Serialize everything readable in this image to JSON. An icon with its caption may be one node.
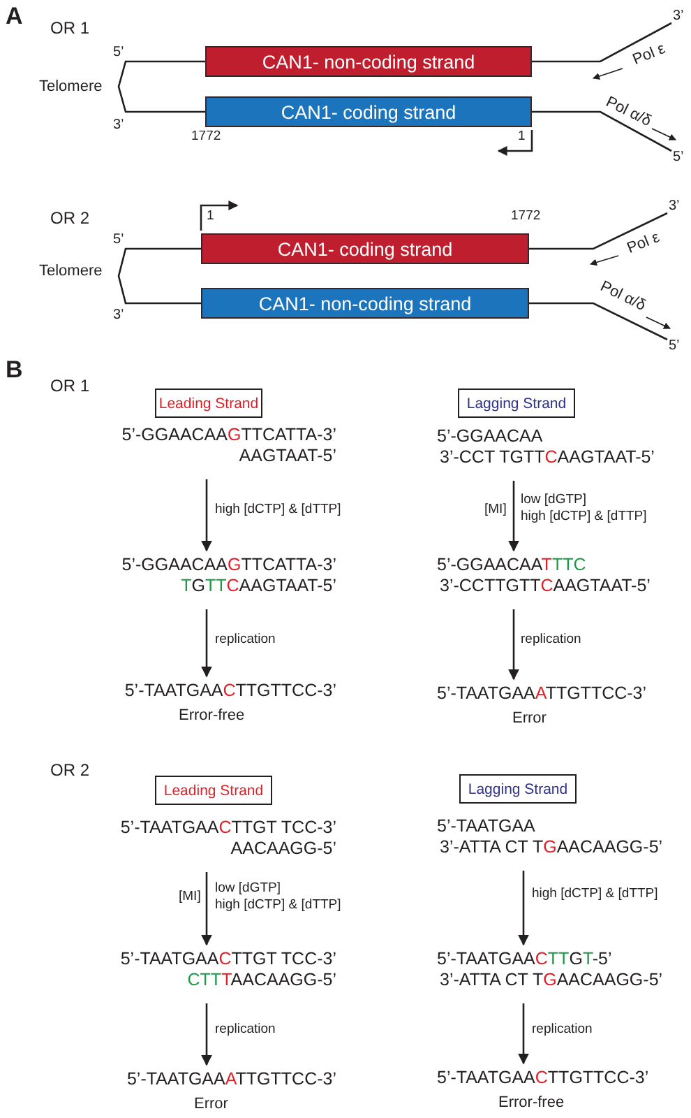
{
  "diagram": {
    "nodes": [
      {
        "text": [
          "3’"
        ]
      },
      {
        "text": [
          "CAN1- non-coding strand"
        ]
      },
      {
        "text": [
          "CAN1- coding strand"
        ]
      },
      {
        "text": [
          "5’"
        ]
      },
      {
        "text": [
          "3’"
        ]
      },
      {
        "text": [
          "CAN1- coding strand"
        ]
      },
      {
        "text": [
          "CAN1- non-coding strand"
        ]
      },
      {
        "text": [
          "5’"
        ]
      },
      {
        "text": [
          "Leading Strand"
        ]
      },
      {
        "text": [
          "5’-GGAACAAGTTCATTA-3’",
          "AAGTAAT-5’"
        ]
      },
      {
        "text": [
          "5’-GGAACAAGTTCATTA-3’",
          "TGTTCAAGTAAT-5’"
        ]
      },
      {
        "text": [
          "5’-TAATGAACTTGTTCC-3’"
        ],
        "beside": [
          "Error-free"
        ]
      },
      {
        "text": [
          "Lagging Strand"
        ]
      },
      {
        "text": [
          "5’-GGAACAA",
          "3’-CCT TGTTCAAGTAAT-5’"
        ]
      },
      {
        "text": [
          "5’-GGAACAATTTC",
          "3’-CCTTGTTCAAGTAAT-5’"
        ]
      },
      {
        "text": [
          "5’-TAATGAAATTGTTCC-3’"
        ],
        "beside": [
          "Error"
        ]
      },
      {
        "text": [
          "Leading Strand"
        ]
      },
      {
        "text": [
          "5’-TAATGAACTTGT TCC-3’",
          "AACAAGG-5’"
        ]
      },
      {
        "text": [
          "5’-TAATGAACTTGT TCC-3’",
          "CTTTAACAAGG-5’"
        ]
      },
      {
        "text": [
          "5’-TAATGAAATTGTTCC-3’"
        ],
        "beside": [
          "Error"
        ]
      },
      {
        "text": [
          "Lagging Strand"
        ]
      },
      {
        "text": [
          "5’-TAATGAA",
          "3’-ATTA CT TGAACAAGG-5’"
        ]
      },
      {
        "text": [
          "5’-TAATGAACTTGT-5’",
          "3’-ATTA CT TGAACAAGG-5’"
        ]
      },
      {
        "text": [
          "5’-TAATGAACTTGTTCC-3’"
        ],
        "beside": [
          "Error-free"
        ]
      }
    ],
    "edges": [
      {
        "from": 1,
        "to": 2,
        "arrow": "none"
      },
      {
        "from": 1,
        "to": 0,
        "arrow": "none",
        "label": "Pol ε"
      },
      {
        "from": 2,
        "to": 3,
        "arrow": "none",
        "label": "Pol α/δ"
      },
      {
        "from": 5,
        "to": 6,
        "arrow": "none"
      },
      {
        "from": 5,
        "to": 4,
        "arrow": "none",
        "label": "Pol ε"
      },
      {
        "from": 6,
        "to": 7,
        "arrow": "none",
        "label": "Pol α/δ"
      },
      {
        "from": 9,
        "to": 10,
        "arrow": "to",
        "label": "high [dCTP] & [dTTP]"
      },
      {
        "from": 10,
        "to": 11,
        "arrow": "to",
        "label": "replication"
      },
      {
        "from": 13,
        "to": 14,
        "arrow": "to",
        "label": "low [dGTP] high [dCTP] & [dTTP]"
      },
      {
        "from": 14,
        "to": 15,
        "arrow": "to",
        "label": "replication"
      },
      {
        "from": 17,
        "to": 18,
        "arrow": "to",
        "label": "low [dGTP] high [dCTP] & [dTTP]"
      },
      {
        "from": 18,
        "to": 19,
        "arrow": "to",
        "label": "replication"
      },
      {
        "from": 21,
        "to": 22,
        "arrow": "to",
        "label": "high [dCTP] & [dTTP]"
      },
      {
        "from": 22,
        "to": 23,
        "arrow": "to",
        "label": "replication"
      }
    ],
    "labels": [
      "A",
      "OR 1",
      "5’",
      "Telomere",
      "3’",
      "1772",
      "1",
      "OR 2",
      "1",
      "1772",
      "5’",
      "Telomere",
      "3’",
      "B",
      "OR 1",
      "[MI]",
      "OR 2",
      "[MI]"
    ]
  }
}
